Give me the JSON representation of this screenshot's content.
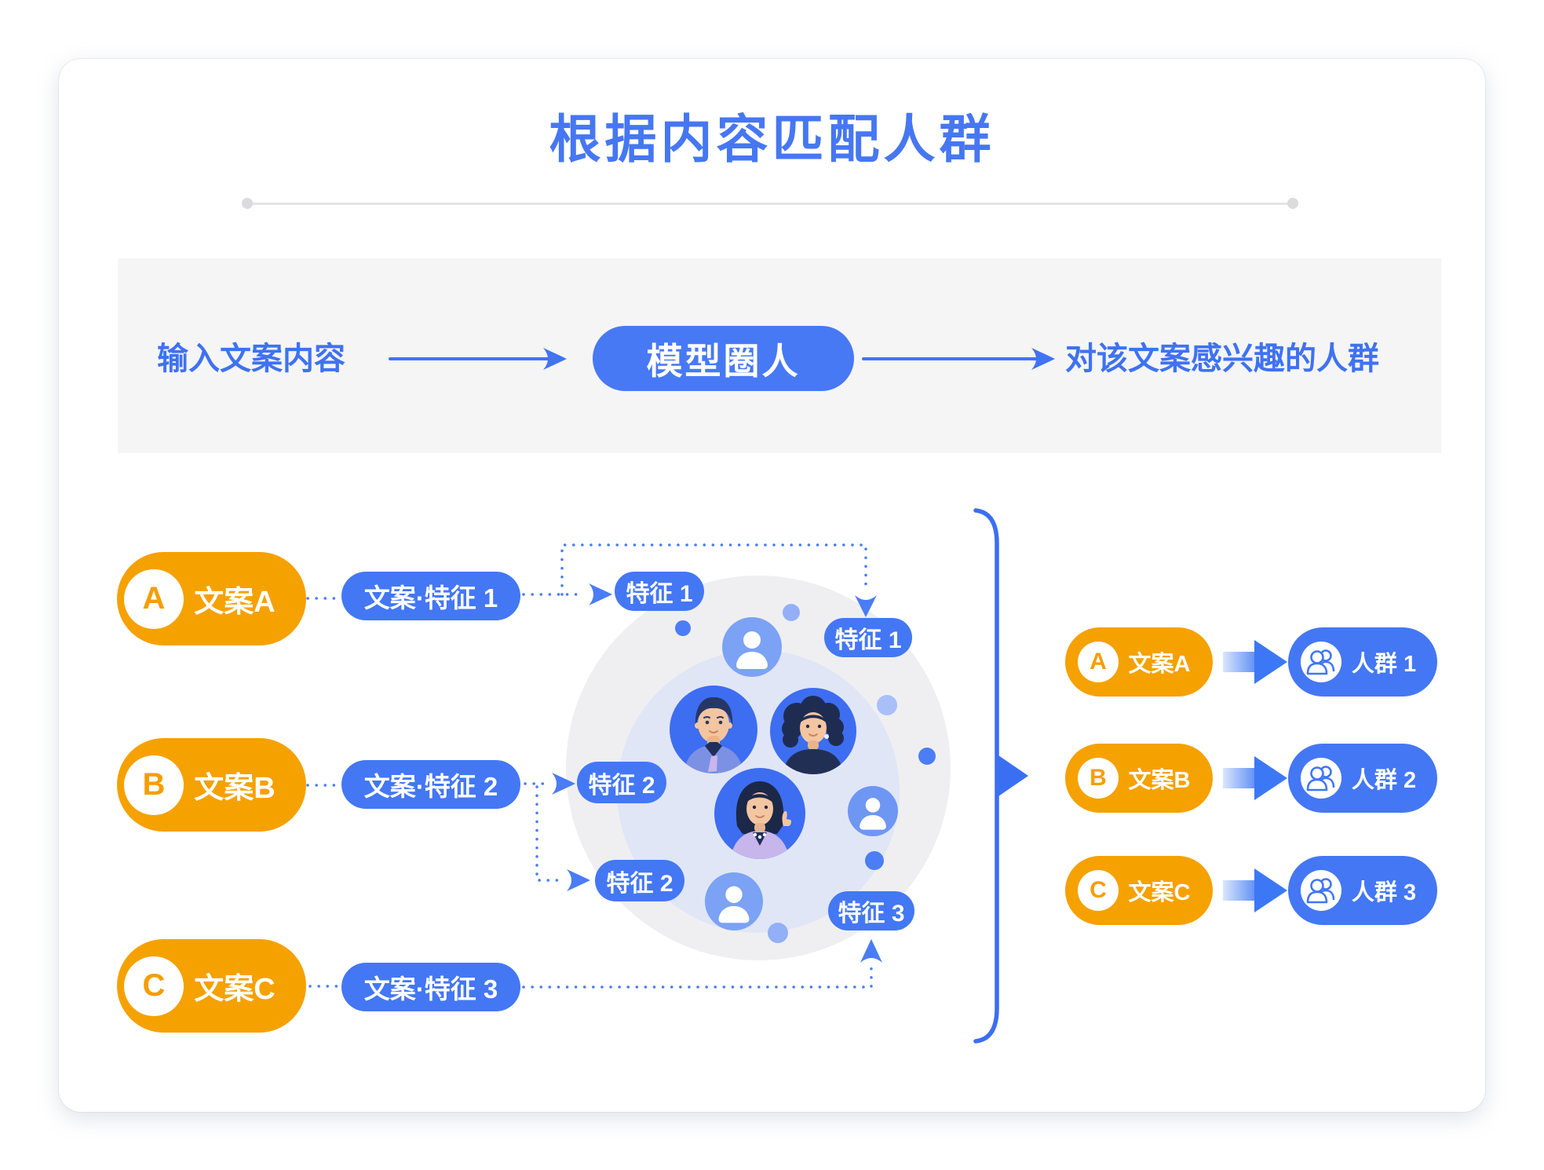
{
  "title": "根据内容匹配人群",
  "flow": {
    "input": "输入文案内容",
    "model": "模型圈人",
    "output": "对该文案感兴趣的人群"
  },
  "mapping": {
    "copies": [
      {
        "letter": "A",
        "label": "文案A",
        "feature_pill": "文案·特征 1"
      },
      {
        "letter": "B",
        "label": "文案B",
        "feature_pill": "文案·特征 2"
      },
      {
        "letter": "C",
        "label": "文案C",
        "feature_pill": "文案·特征 3"
      }
    ],
    "feature_tags": {
      "t1a": "特征 1",
      "t1b": "特征 1",
      "t2a": "特征 2",
      "t2b": "特征 2",
      "t3": "特征 3"
    },
    "results": [
      {
        "letter": "A",
        "label": "文案A",
        "group": "人群 1"
      },
      {
        "letter": "B",
        "label": "文案B",
        "group": "人群 2"
      },
      {
        "letter": "C",
        "label": "文案C",
        "group": "人群 3"
      }
    ]
  },
  "icons": {
    "avatar_silhouette": "person-icon",
    "group_badge": "people-icon"
  },
  "colors": {
    "primary_blue": "#4477F4",
    "title_blue": "#4677F3",
    "orange": "#F5A100",
    "band_gray": "#F5F5F6",
    "outer_circle_gray": "#EFEFF1",
    "inner_circle_blue": "#E0E6F5",
    "avatar_blue": "#3D6DF1"
  }
}
